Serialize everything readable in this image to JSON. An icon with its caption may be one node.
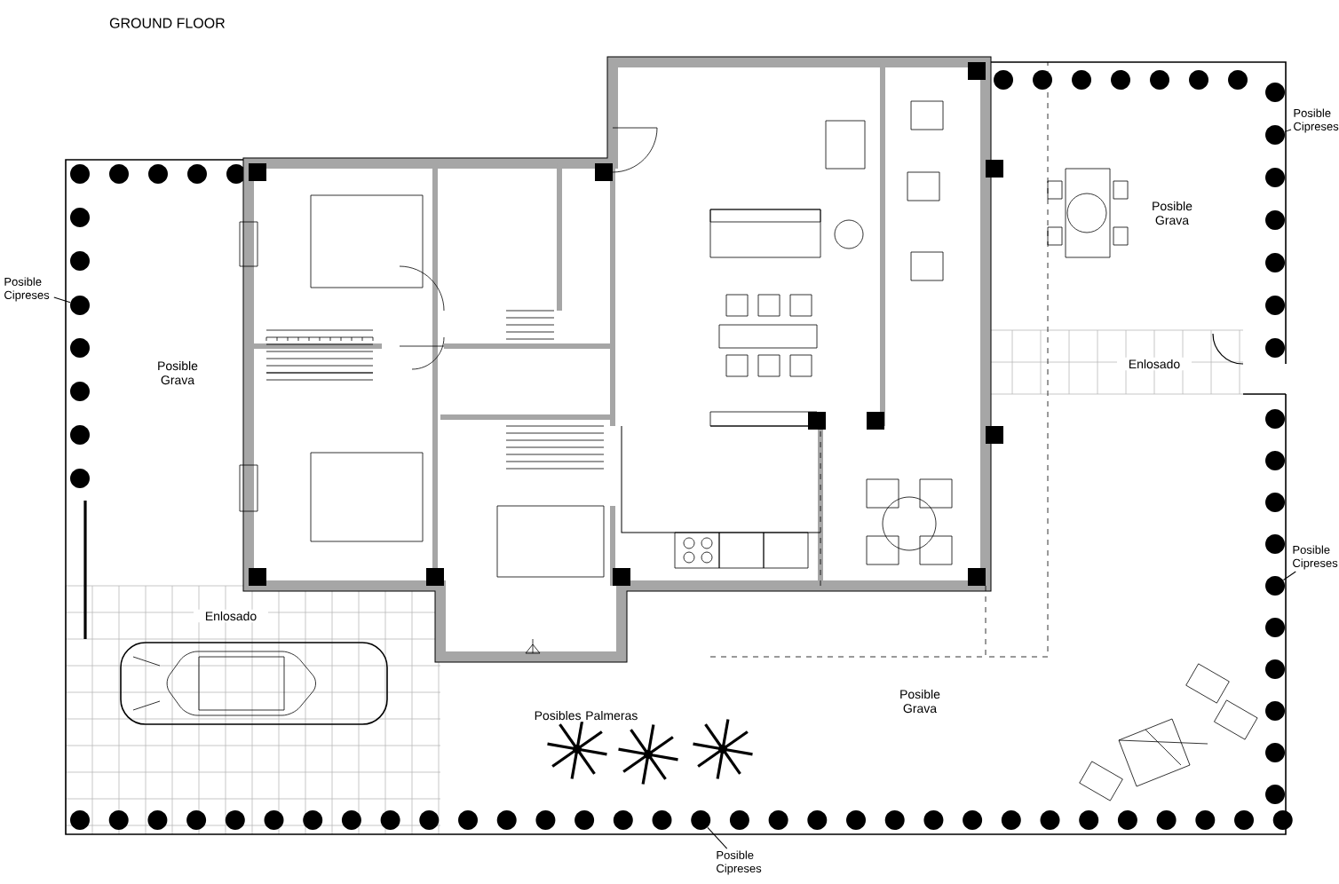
{
  "diagram": {
    "title": "GROUND FLOOR",
    "nodes": [
      {
        "text": [
          "Posible Cipreses"
        ]
      },
      {
        "text": [],
        "shape": "circle"
      },
      {
        "text": [
          "Posible Cipreses"
        ]
      },
      {
        "text": [],
        "shape": "circle"
      },
      {
        "text": [
          "Posible Cipreses"
        ]
      },
      {
        "text": [],
        "shape": "circle"
      },
      {
        "text": [
          "Posible Cipreses"
        ]
      },
      {
        "text": [],
        "shape": "circle"
      }
    ],
    "edges": [
      {
        "from": 0,
        "to": 1,
        "arrow": "none"
      },
      {
        "from": 2,
        "to": 3,
        "arrow": "none"
      },
      {
        "from": 4,
        "to": 5,
        "arrow": "none"
      },
      {
        "from": 6,
        "to": 7,
        "arrow": "none"
      }
    ],
    "labels": [
      "Posible Grava",
      "Posible Grava",
      "Enlosado",
      "Enlosado",
      "Posibles Palmeras",
      "Posible Grava"
    ]
  }
}
